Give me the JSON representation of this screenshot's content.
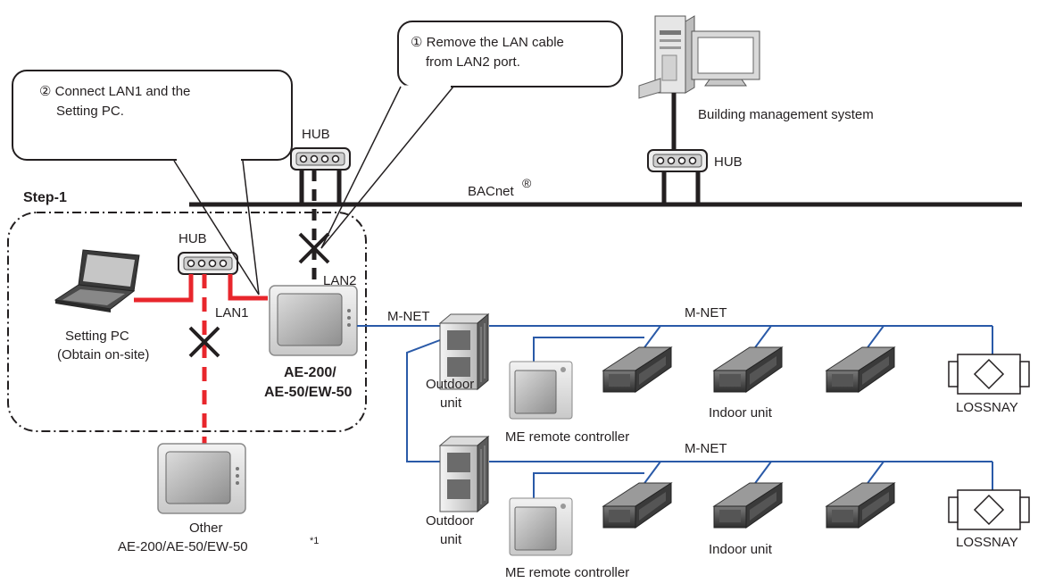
{
  "callouts": {
    "remove_line1": "① Remove the LAN cable",
    "remove_line2": "from LAN2 port.",
    "connect_line1": "② Connect LAN1 and the",
    "connect_line2": "Setting PC."
  },
  "labels": {
    "hub": "HUB",
    "bacnet": "BACnet",
    "registered": "®",
    "building_mgmt": "Building management system",
    "step": "Step-1",
    "lan1": "LAN1",
    "lan2": "LAN2",
    "mnet": "M-NET",
    "setting_pc_line1": "Setting PC",
    "setting_pc_line2": "(Obtain on-site)",
    "ae_line1": "AE-200/",
    "ae_line2": "AE-50/EW-50",
    "outdoor_line1": "Outdoor",
    "outdoor_line2": "unit",
    "indoor": "Indoor unit",
    "lossnay": "LOSSNAY",
    "me_remote": "ME remote controller",
    "other_line1": "Other",
    "other_line2": "AE-200/AE-50/EW-50",
    "footnote": "*1"
  },
  "colors": {
    "red_cable": "#e8262c",
    "mnet_blue": "#2a5aa8",
    "black": "#231f20"
  }
}
